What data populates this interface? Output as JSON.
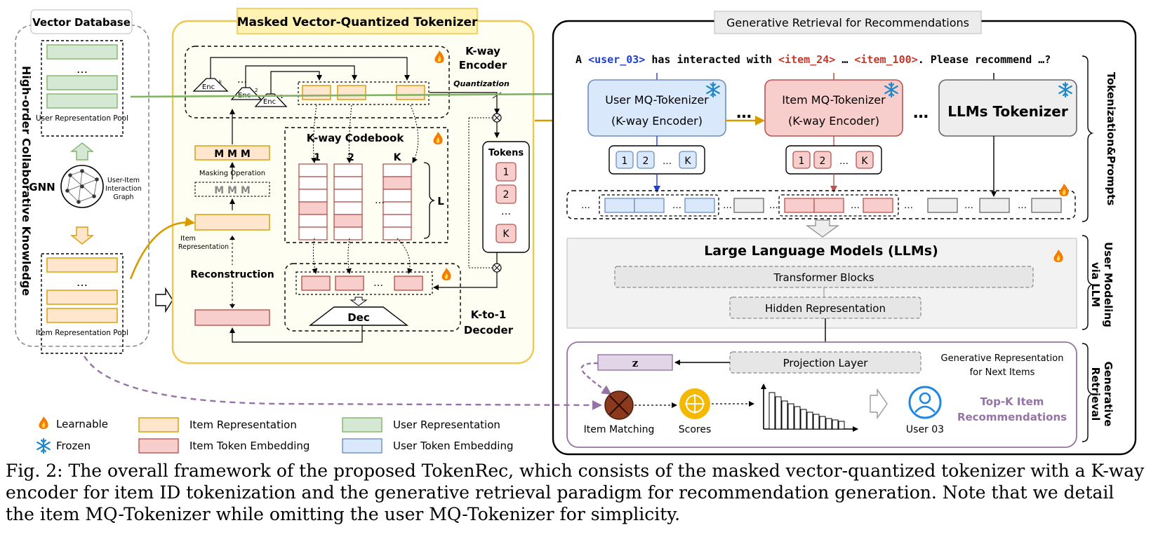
{
  "vector_db": {
    "title": "Vector Database",
    "user_pool": "User Representation Pool",
    "item_pool": "Item Representation Pool",
    "gnn": "GNN",
    "graph_label_1": "User-Item",
    "graph_label_2": "Interaction",
    "graph_label_3": "Graph",
    "side_label": "High-order Collaborative Knowledge",
    "ellipsis": "…"
  },
  "tokenizer": {
    "title": "Masked Vector-Quantized Tokenizer",
    "kway_encoder_1": "K-way",
    "kway_encoder_2": "Encoder",
    "enc_k": "Enc",
    "enc_k_sup": "k",
    "enc_2": "Enc",
    "enc_2_sup": "2",
    "enc_1": "Enc",
    "enc_1_sup": "1",
    "quantization": "Quantization",
    "codebook": "K-way Codebook",
    "cb_1": "1",
    "cb_2": "2",
    "cb_k": "K",
    "L": "L",
    "tokens": "Tokens",
    "tok_1": "1",
    "tok_2": "2",
    "tok_dots": "…",
    "tok_k": "K",
    "masking": "Masking Operation",
    "mask_m": "M",
    "item_rep_1": "Item",
    "item_rep_2": "Representation",
    "reconstruction": "Reconstruction",
    "dec": "Dec",
    "k_to_1_1": "K-to-1",
    "k_to_1_2": "Decoder",
    "dots": "…"
  },
  "retrieval": {
    "title": "Generative Retrieval for Recommendations",
    "prompt_a": "A",
    "prompt_user": "<user_03>",
    "prompt_mid": "has interacted with",
    "prompt_item24": "<item_24>",
    "prompt_dots": "…",
    "prompt_item100": "<item_100>",
    "prompt_end": ". Please recommend …?",
    "user_tok_1": "User MQ-Tokenizer",
    "user_tok_2": "(K-way Encoder)",
    "item_tok_1": "Item MQ-Tokenizer",
    "item_tok_2": "(K-way Encoder)",
    "llm_tok": "LLMs Tokenizer",
    "code_1": "1",
    "code_2": "2",
    "code_k": "K",
    "dots": "…",
    "llm_title": "Large Language Models (LLMs)",
    "transformer": "Transformer Blocks",
    "hidden": "Hidden Representation",
    "projection": "Projection Layer",
    "z": "z",
    "gen_rep_1": "Generative Representation",
    "gen_rep_2": "for Next Items",
    "item_matching": "Item Matching",
    "scores": "Scores",
    "user03": "User 03",
    "topk_1": "Top-K Item",
    "topk_2": "Recommendations",
    "side_tokenization": "Tokenization&Prompts",
    "side_modeling_1": "User Modeling",
    "side_modeling_2": "via LLM",
    "side_retrieval_1": "Generative",
    "side_retrieval_2": "Retrieval"
  },
  "legend": {
    "learnable": "Learnable",
    "frozen": "Frozen",
    "item_rep": "Item Representation",
    "item_tok": "Item Token Embedding",
    "user_rep": "User Representation",
    "user_tok": "User Token Embedding"
  },
  "caption": "Fig. 2: The overall framework of the proposed TokenRec, which consists of the masked vector-quantized tokenizer with a K-way encoder for item ID tokenization and the generative retrieval paradigm for recommendation generation. Note that we detail the item MQ-Tokenizer while omitting the user MQ-Tokenizer for simplicity.",
  "colors": {
    "user_green_fill": "#d5e8d4",
    "user_green_stroke": "#82b366",
    "item_yellow_fill": "#ffe6cc",
    "item_yellow_stroke": "#d79b00",
    "red_fill": "#f8cecc",
    "red_stroke": "#b85450",
    "blue_fill": "#dae8fc",
    "blue_stroke": "#6c8ebf",
    "gray_fill": "#eeeeee",
    "purple": "#9673a6",
    "panel_yellow": "#f0c850",
    "prompt_blue": "#1f3fd0",
    "prompt_red": "#c0392b"
  }
}
